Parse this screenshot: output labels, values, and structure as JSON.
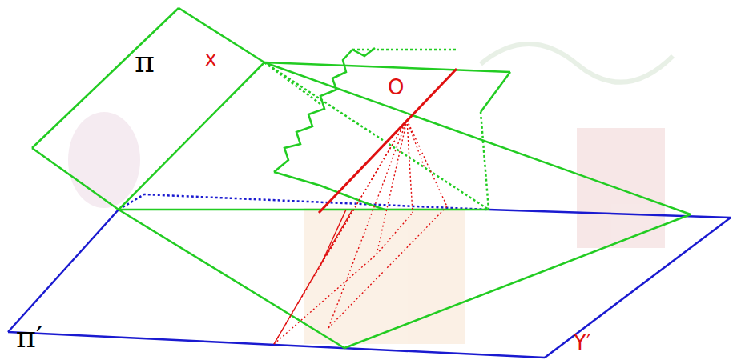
{
  "diagram": {
    "labels": [
      "π",
      "x",
      "O",
      "π′",
      "Y′"
    ]
  }
}
